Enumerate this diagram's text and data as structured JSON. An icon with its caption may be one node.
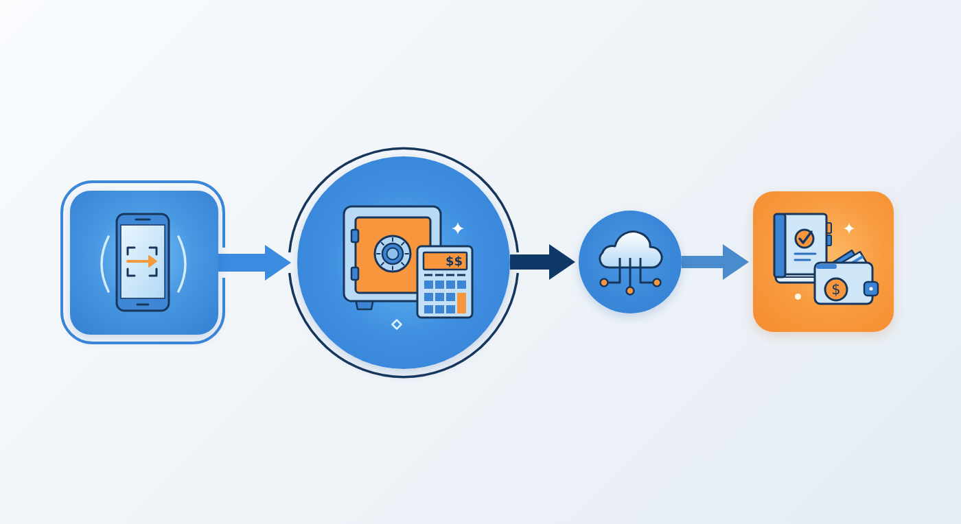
{
  "diagram": {
    "nodes": [
      {
        "text": [],
        "shape": "box"
      },
      {
        "text": [],
        "shape": "circle"
      },
      {
        "text": [],
        "shape": "circle"
      },
      {
        "text": [],
        "shape": "box"
      }
    ],
    "edges": [
      {
        "from": 0,
        "to": 1,
        "arrow": "to"
      },
      {
        "from": 1,
        "to": 2,
        "arrow": "to",
        "color": "#0f3866"
      },
      {
        "from": 2,
        "to": 3,
        "arrow": "to",
        "color": "#4a8bcd"
      }
    ],
    "labels": [
      "$$",
      "$"
    ]
  }
}
